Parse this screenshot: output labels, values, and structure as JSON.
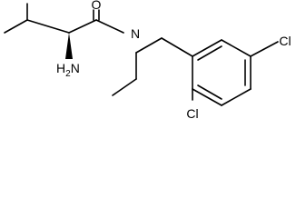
{
  "molecule": {
    "atoms": {
      "oxygen": "O",
      "nitrogen_amide": "N",
      "amine": {
        "element": "H",
        "subscript": "2",
        "suffix": "N"
      },
      "chlorine_ring_top": "Cl",
      "chlorine_ring_bottom": "Cl"
    },
    "colors": {
      "bond": "#000000",
      "label": "#000000",
      "background": "#ffffff"
    }
  }
}
